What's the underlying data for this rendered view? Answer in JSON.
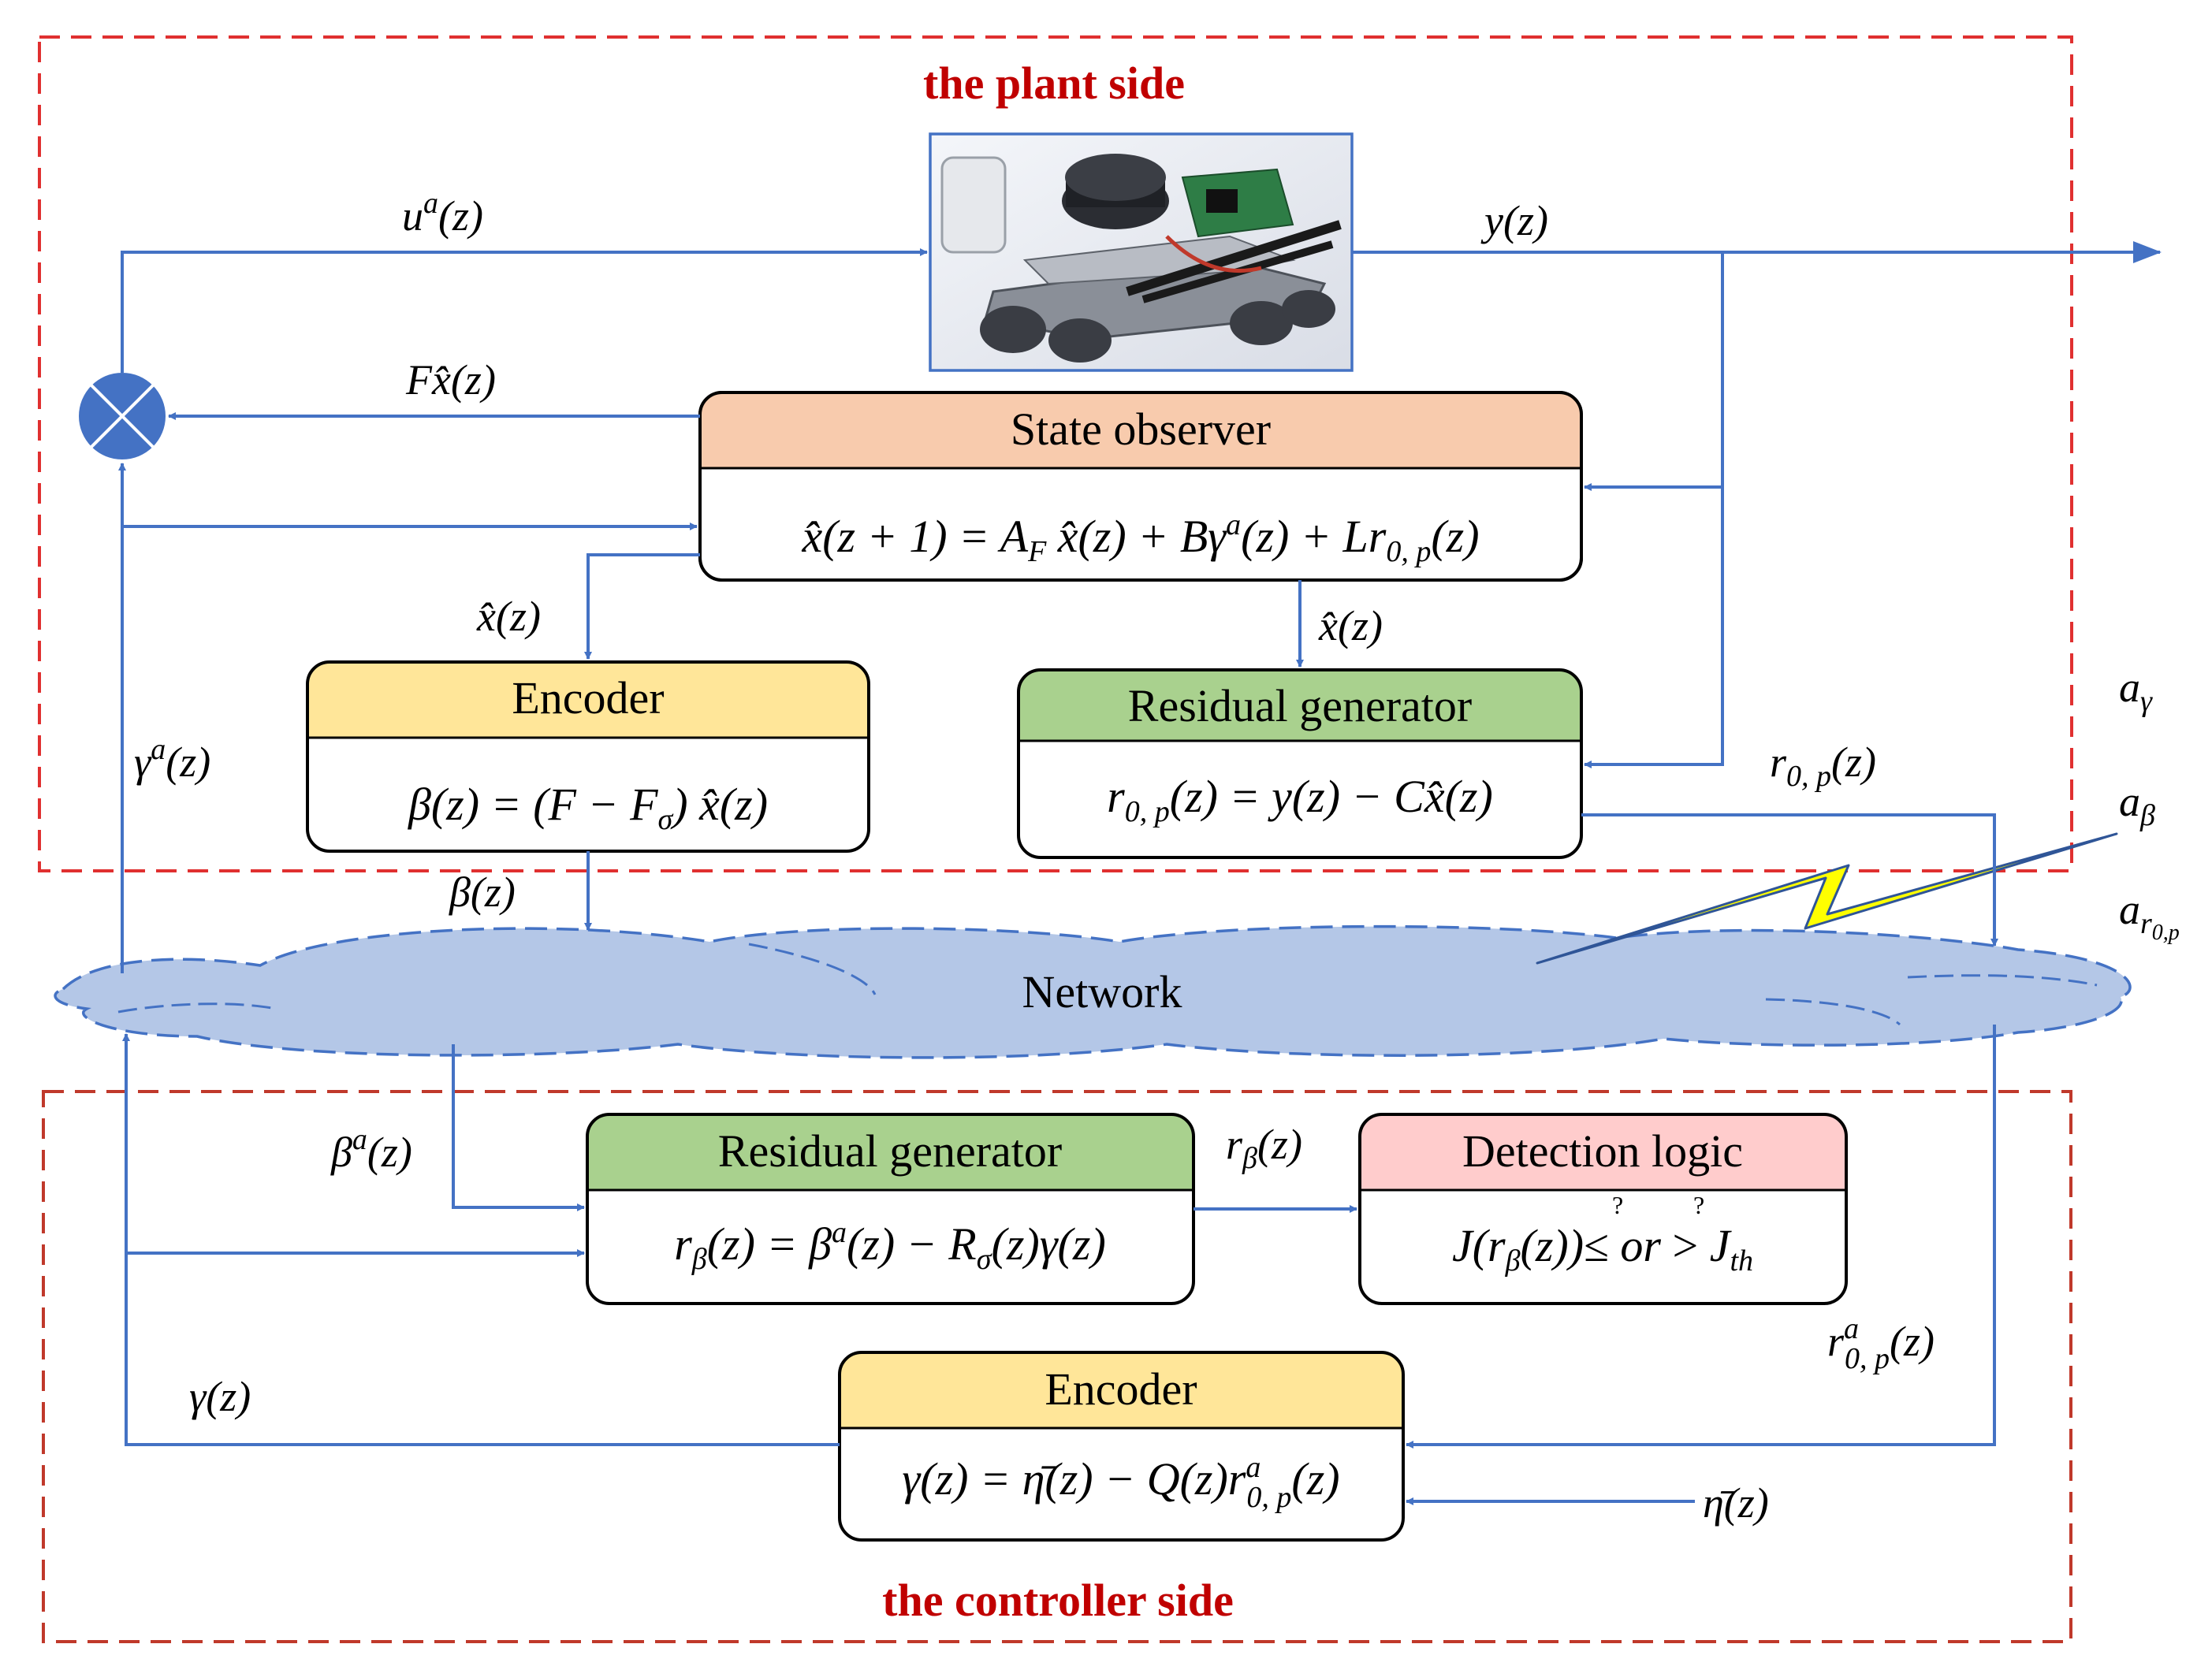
{
  "titles": {
    "plant_side": "the plant side",
    "controller_side": "the controller side"
  },
  "blocks": {
    "state_observer": {
      "header": "State observer",
      "equation": "x̂(z+1) = A_F x̂(z) + Bγ^a(z) + Lr_{0,p}(z)"
    },
    "plant_encoder": {
      "header": "Encoder",
      "equation": "β(z) = (F − F_σ) x̂(z)"
    },
    "plant_residual": {
      "header": "Residual generator",
      "equation": "r_{0,p}(z) = y(z) − Cx̂(z)"
    },
    "ctrl_residual": {
      "header": "Residual generator",
      "equation": "r_β(z) = β^a(z) − R_σ(z)γ(z)"
    },
    "detection": {
      "header": "Detection logic",
      "equation": "J(r_β(z)) ≤? or >? J_th"
    },
    "ctrl_encoder": {
      "header": "Encoder",
      "equation": "γ(z) = η̄(z) − Q(z)r^a_{0,p}(z)"
    }
  },
  "network_label": "Network",
  "signals": {
    "u_a": "u^a(z)",
    "y": "y(z)",
    "Fxhat": "Fx̂(z)",
    "xhat_left": "x̂(z)",
    "xhat_right": "x̂(z)",
    "gamma_a": "γ^a(z)",
    "r0p": "r_{0,p}(z)",
    "beta": "β(z)",
    "beta_a": "β^a(z)",
    "r_beta": "r_β(z)",
    "r0p_a": "r^a_{0,p}(z)",
    "gamma": "γ(z)",
    "eta_bar": "η̄(z)",
    "a_gamma": "a_γ",
    "a_beta": "a_β",
    "a_r0p": "a_{r0,p}"
  },
  "colors": {
    "line": "#4472c4",
    "red_dash": "#e03030",
    "dark_red_dash": "#c0392b",
    "orange_header": "#f8cbad",
    "yellow_header": "#ffe699",
    "green_header": "#a9d18e",
    "pink_header": "#ffcccc",
    "cloud_fill": "#b4c7e7",
    "bolt_fill": "#ffff00",
    "summing_fill": "#4472c4"
  },
  "icons": {
    "plant": "robot-car-photo-icon",
    "summing": "summing-junction-icon",
    "attack": "lightning-bolt-icon"
  }
}
